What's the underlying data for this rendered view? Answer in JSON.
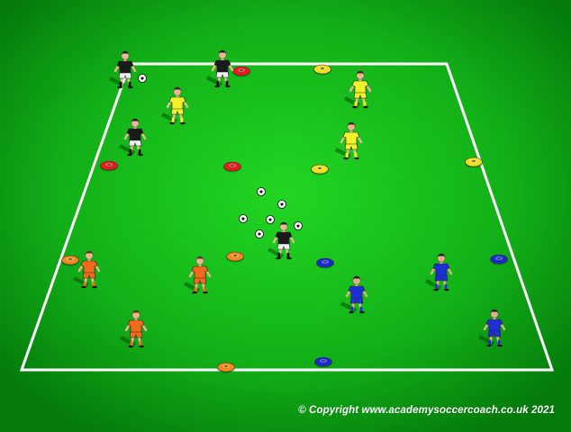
{
  "diagram": {
    "copyright": "© Copyright www.academysoccercoach.co.uk 2021",
    "colors": {
      "grass_center": "#1fd11f",
      "grass_edge": "#047a0a",
      "lines": "#ffffff",
      "team_orange": "#f26a1b",
      "team_blue": "#1f2fd8",
      "team_yellow": "#f2f22a",
      "team_black": "#1a1a1a",
      "cone_red": "#e81b1b",
      "cone_yellow": "#f0e020",
      "cone_orange": "#f08a1a",
      "cone_blue": "#1a2ad0"
    },
    "teams": [
      "orange",
      "blue",
      "yellow",
      "black"
    ],
    "icons": [
      "player-icon",
      "cone-icon",
      "ball-icon"
    ]
  }
}
